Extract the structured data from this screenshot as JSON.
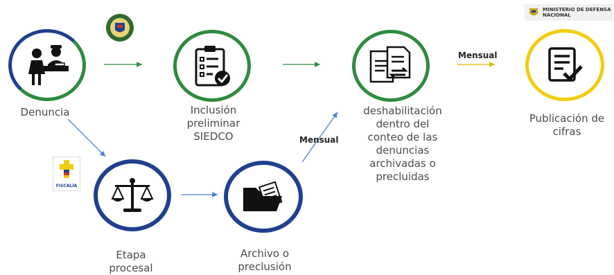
{
  "colors": {
    "blue_ring": "#1f3f8f",
    "green_ring": "#2e8b3f",
    "yellow_ring": "#f2cc0f",
    "green_arrow": "#2e8b3f",
    "blue_arrow": "#4a7fd0",
    "yellow_arrow": "#f2cc0f"
  },
  "nodes": {
    "denuncia": {
      "label": "Denuncia",
      "icon": "police-report-icon"
    },
    "inclusion": {
      "label": "Inclusión\npreliminar\nSIEDCO",
      "icon": "checklist-icon"
    },
    "deshabilitacion": {
      "label": "deshabilitación\ndentro del\nconteo de las\ndenuncias\narchivadas o\nprecluidas",
      "icon": "document-exchange-icon"
    },
    "publicacion": {
      "label": "Publicación de\ncifras",
      "icon": "approved-document-icon"
    },
    "etapa": {
      "label": "Etapa\nprocesal",
      "icon": "scales-icon"
    },
    "archivo": {
      "label": "Archivo o\npreclusión",
      "icon": "folder-icon"
    }
  },
  "edge_labels": {
    "mensual_top": "Mensual",
    "mensual_diag": "Mensual"
  },
  "logos": {
    "ministerio": "MINISTERIO DE DEFENSA\nNACIONAL",
    "fiscalia": "FISCALÍA"
  }
}
